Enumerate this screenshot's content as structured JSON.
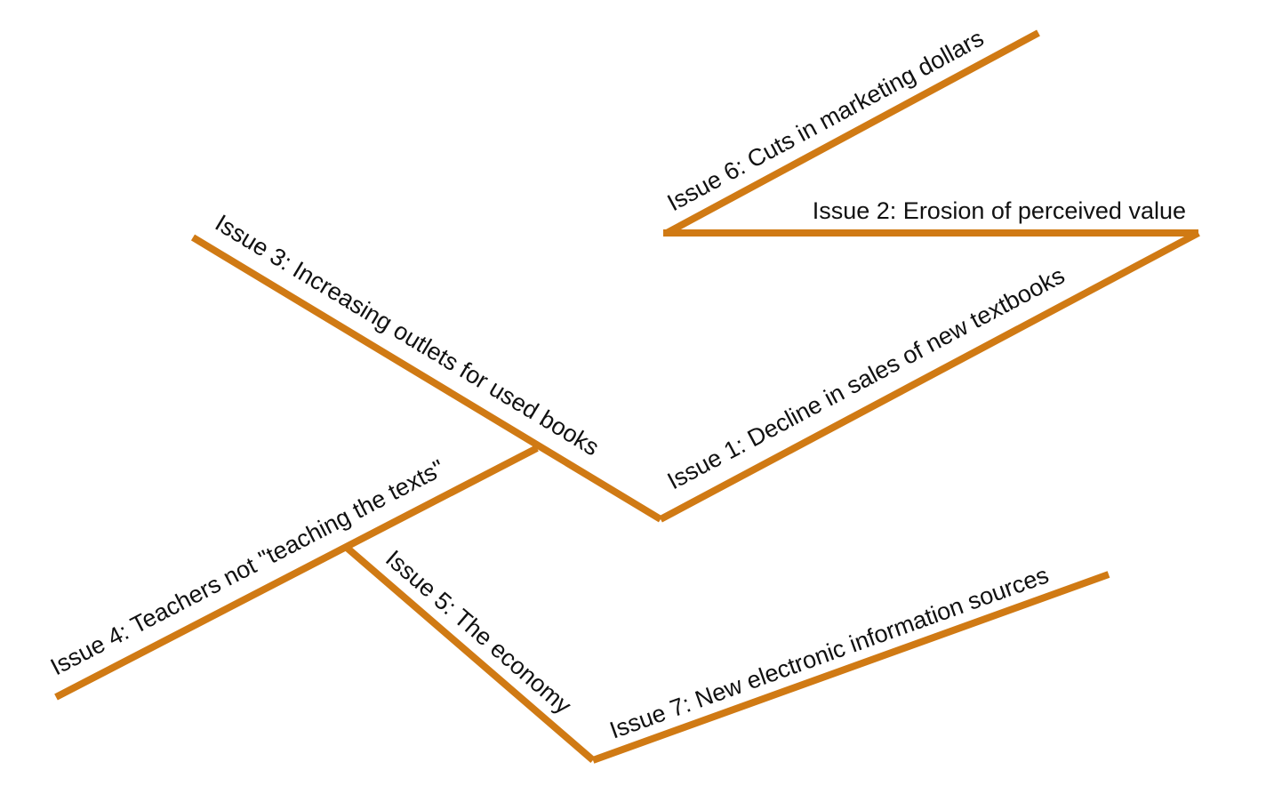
{
  "diagram": {
    "line_color": "#D07A14",
    "text_color": "#111111",
    "issues": {
      "issue1": "Issue 1: Decline in sales of new textbooks",
      "issue2": "Issue 2: Erosion of perceived value",
      "issue3": "Issue 3: Increasing outlets for used books",
      "issue4": "Issue 4: Teachers not \"teaching the texts\"",
      "issue5": "Issue 5: The economy",
      "issue6": "Issue 6: Cuts in marketing dollars",
      "issue7": "Issue 7: New electronic information sources"
    }
  }
}
